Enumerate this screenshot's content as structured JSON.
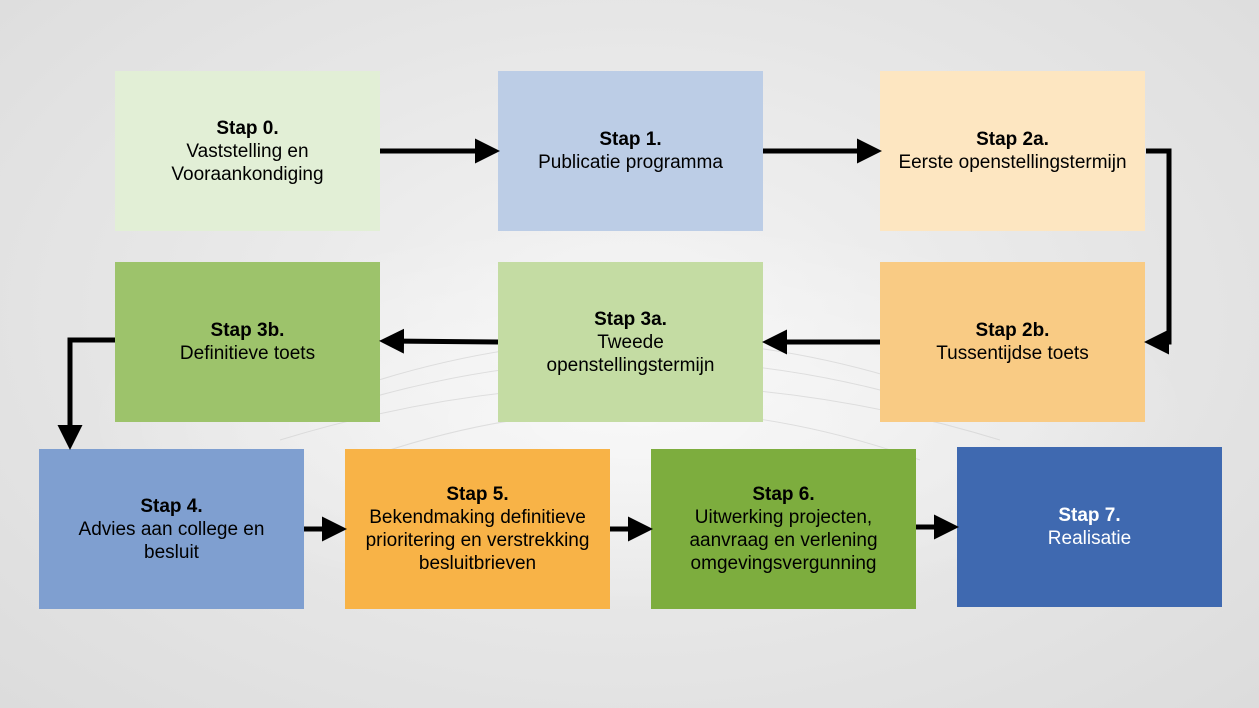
{
  "steps": [
    {
      "id": "0",
      "title": "Stap 0.",
      "desc": "Vaststelling en\nVooraankondiging",
      "color": "#e2efd6"
    },
    {
      "id": "1",
      "title": "Stap 1.",
      "desc": "Publicatie programma",
      "color": "#bccde6"
    },
    {
      "id": "2a",
      "title": "Stap 2a.",
      "desc": "Eerste openstellingstermijn",
      "color": "#fde6c1"
    },
    {
      "id": "2b",
      "title": "Stap 2b.",
      "desc": "Tussentijdse toets",
      "color": "#f9cb84"
    },
    {
      "id": "3a",
      "title": "Stap 3a.",
      "desc": "Tweede\nopenstellingstermijn",
      "color": "#c4dca3"
    },
    {
      "id": "3b",
      "title": "Stap 3b.",
      "desc": "Definitieve toets",
      "color": "#9dc36b"
    },
    {
      "id": "4",
      "title": "Stap 4.",
      "desc": "Advies aan college en\nbesluit",
      "color": "#7f9fd0"
    },
    {
      "id": "5",
      "title": "Stap 5.",
      "desc": "Bekendmaking definitieve\nprioritering en verstrekking\nbesluitbrieven",
      "color": "#f8b347"
    },
    {
      "id": "6",
      "title": "Stap 6.",
      "desc": "Uitwerking projecten,\naanvraag en verlening\nomgevingsvergunning",
      "color": "#7dad3e"
    },
    {
      "id": "7",
      "title": "Stap 7.",
      "desc": "Realisatie",
      "color": "#3f69b0"
    }
  ]
}
